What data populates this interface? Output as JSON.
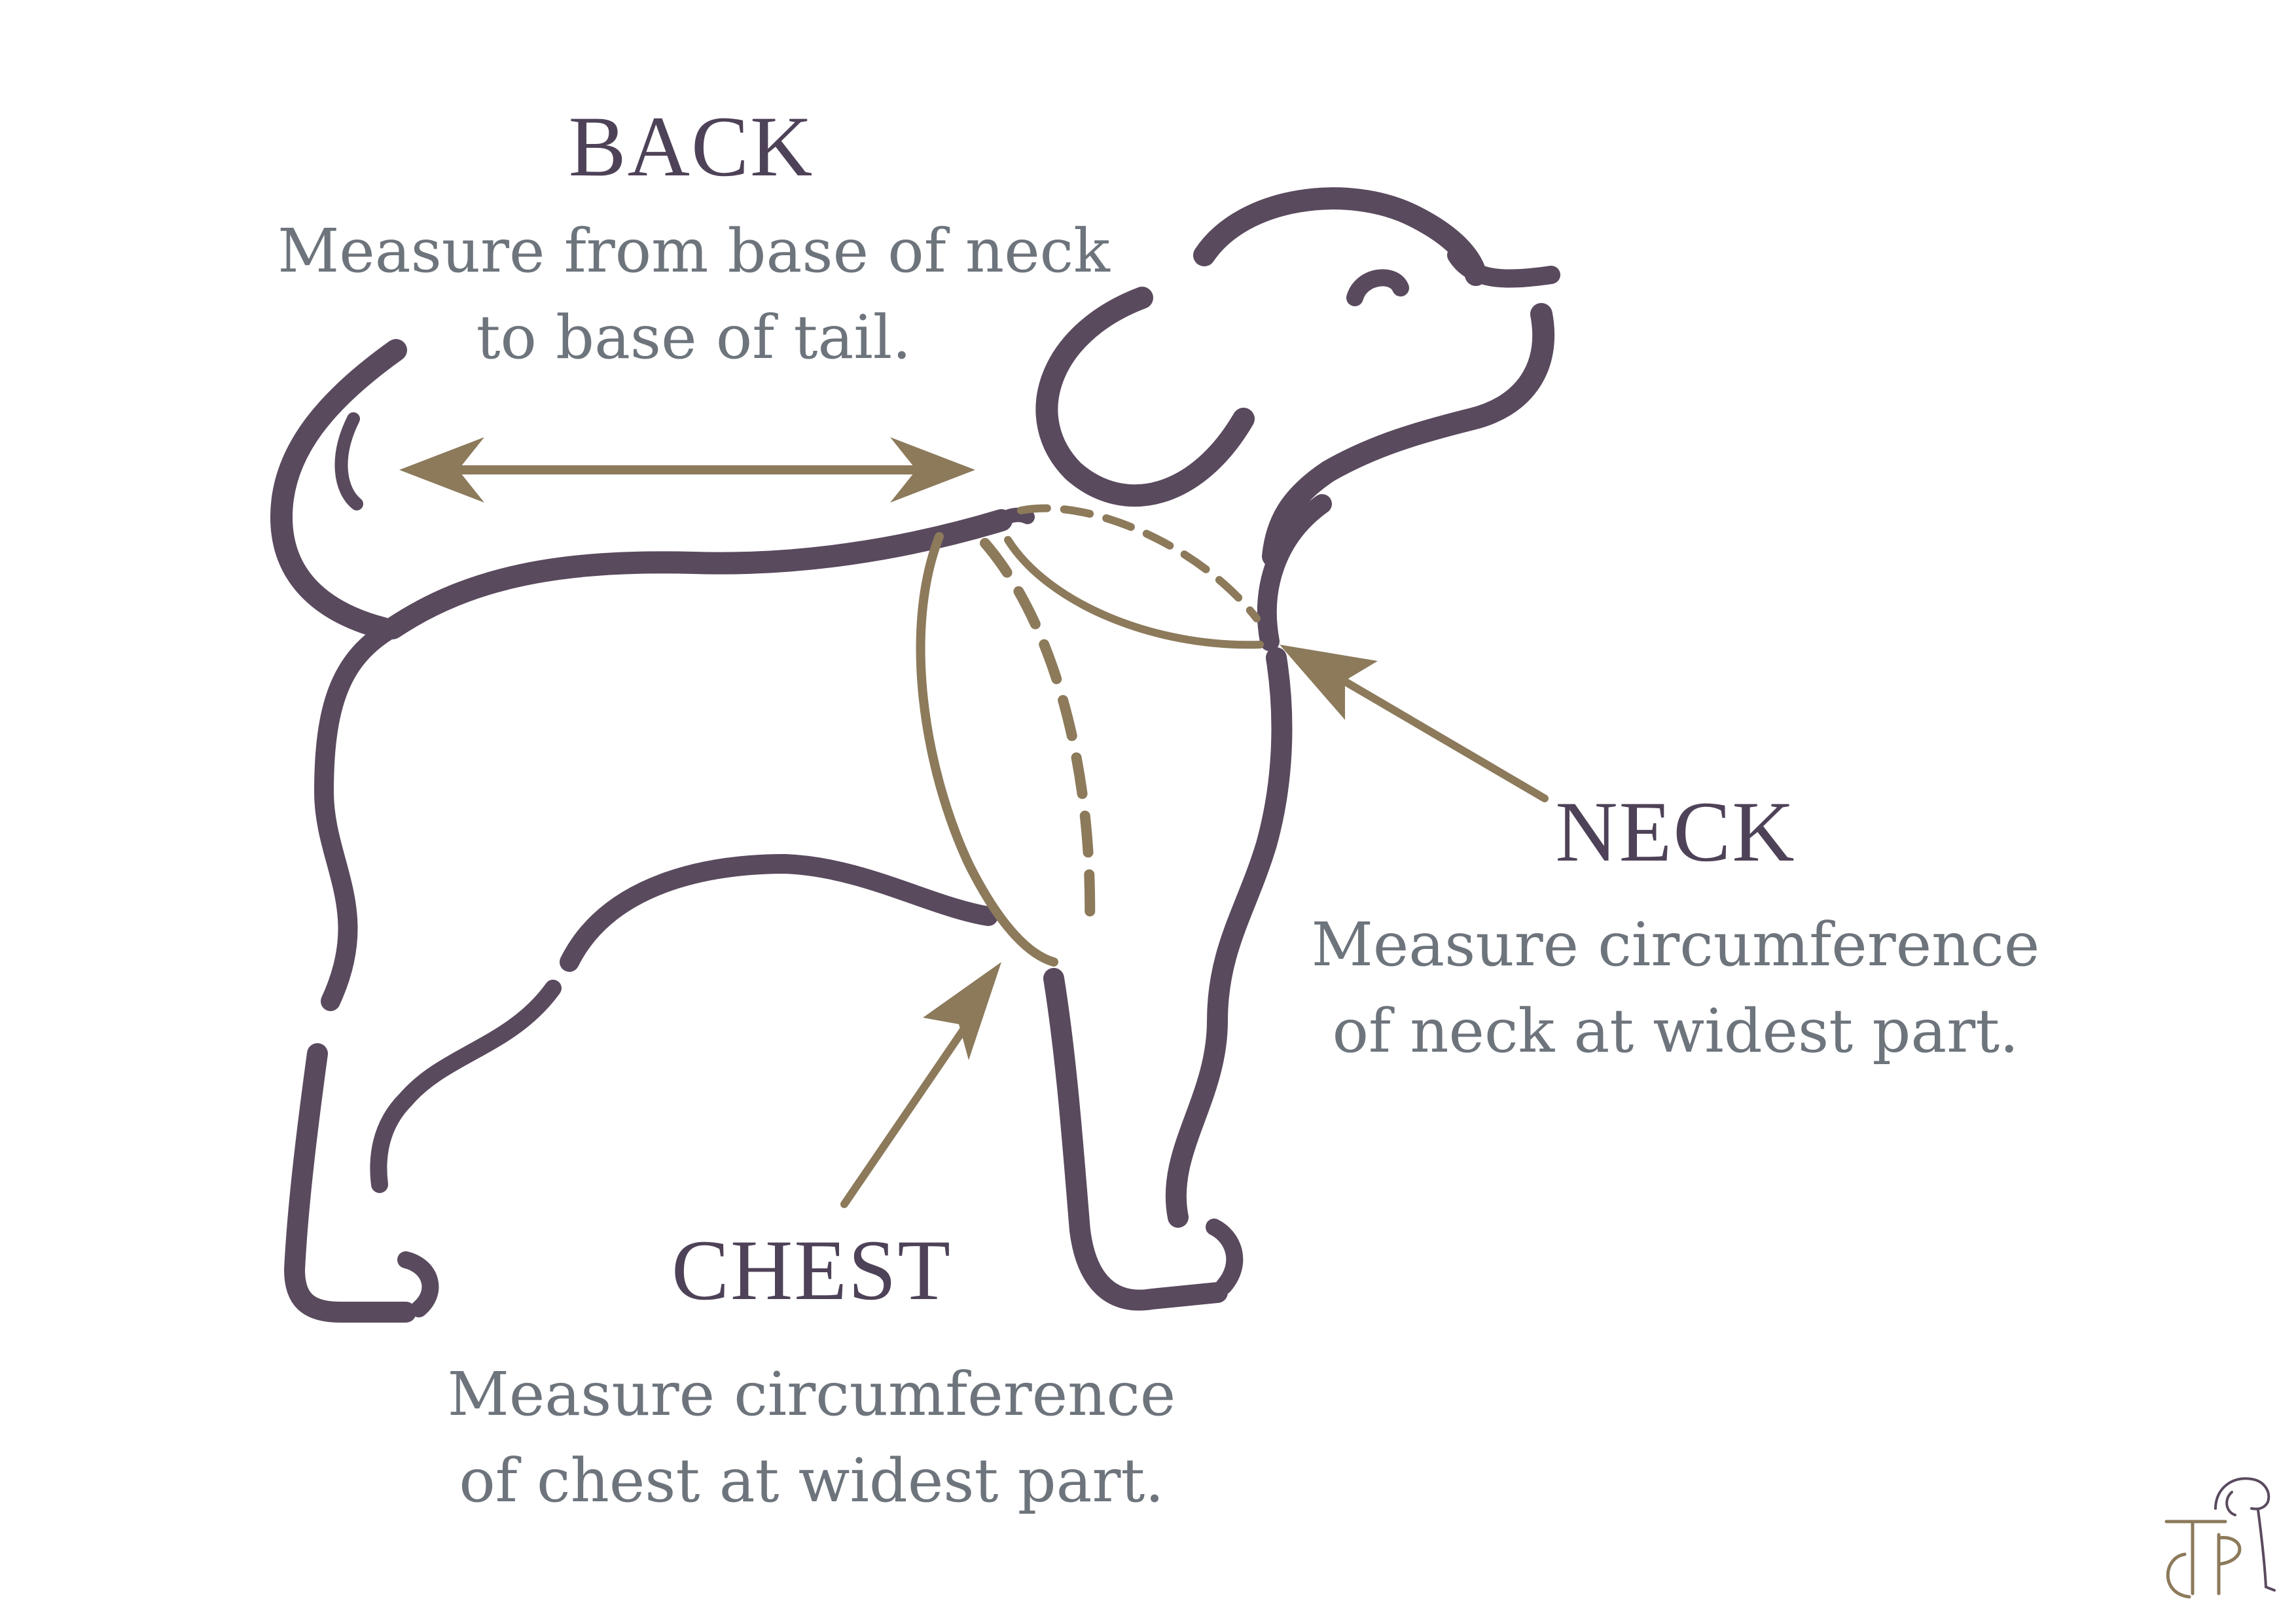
{
  "back": {
    "heading": "BACK",
    "line1": "Measure from base of neck",
    "line2": "to base of tail."
  },
  "neck": {
    "heading": "NECK",
    "line1": "Measure circumference",
    "line2": "of neck at widest part."
  },
  "chest": {
    "heading": "CHEST",
    "line1": "Measure circumference",
    "line2": "of chest at widest part."
  },
  "logo": {
    "letters": "TCP",
    "icon": "dog-monogram-logo"
  },
  "colors": {
    "outline": "#5a4a5e",
    "measure": "#8c7a5b",
    "heading": "#4e4258",
    "body_text": "#6d747c",
    "background": "#ffffff"
  }
}
